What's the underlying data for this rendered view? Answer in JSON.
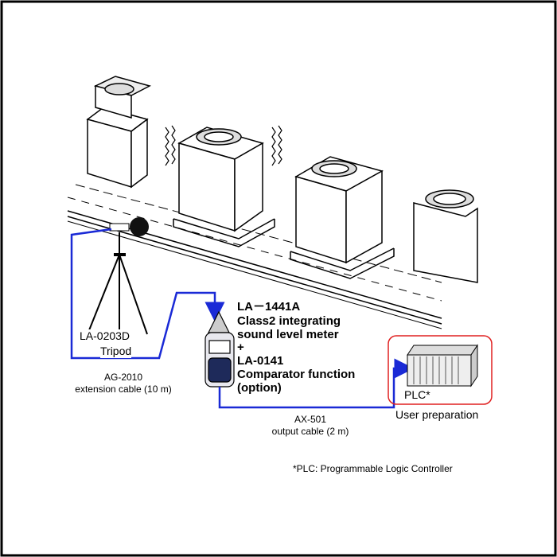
{
  "meter": {
    "model": "LA－1441A",
    "desc_line1": "Class2 integrating",
    "desc_line2": "sound level meter",
    "plus": "+",
    "option_model": "LA-0141",
    "option_desc_line1": "Comparator function",
    "option_desc_line2": "(option)"
  },
  "tripod": {
    "model": "LA-0203D",
    "name": "Tripod"
  },
  "extension_cable": {
    "model": "AG-2010",
    "desc": "extension cable (10 m)"
  },
  "output_cable": {
    "model": "AX-501",
    "desc": "output cable (2 m)"
  },
  "plc": {
    "label": "PLC*",
    "note": "User preparation"
  },
  "footnote": "*PLC: Programmable Logic Controller",
  "colors": {
    "cable": "#1a2ad6",
    "plc_box": "#e02020",
    "frame": "#000000"
  }
}
